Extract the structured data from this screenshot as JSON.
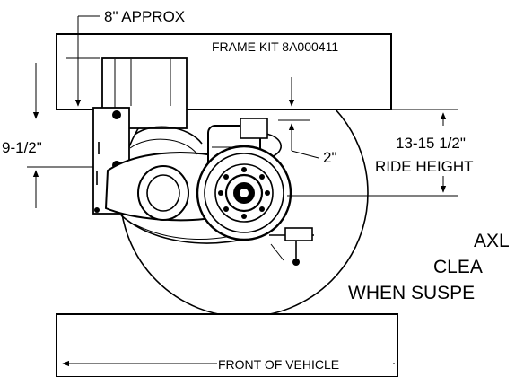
{
  "dimensions": {
    "frame_offset": "8\" APPROX",
    "frame_height": "9-1/2\"",
    "spring_gap": "2\"",
    "ride_height_value": "13-15 1/2\"",
    "ride_height_label": "RIDE HEIGHT"
  },
  "labels": {
    "frame_kit": "FRAME KIT 8A000411",
    "front_of_vehicle": "FRONT OF VEHICLE",
    "note_line1": "AXL",
    "note_line2": "CLEA",
    "note_line3": "WHEN SUSPE"
  },
  "colors": {
    "line": "#000000",
    "background": "#ffffff"
  }
}
